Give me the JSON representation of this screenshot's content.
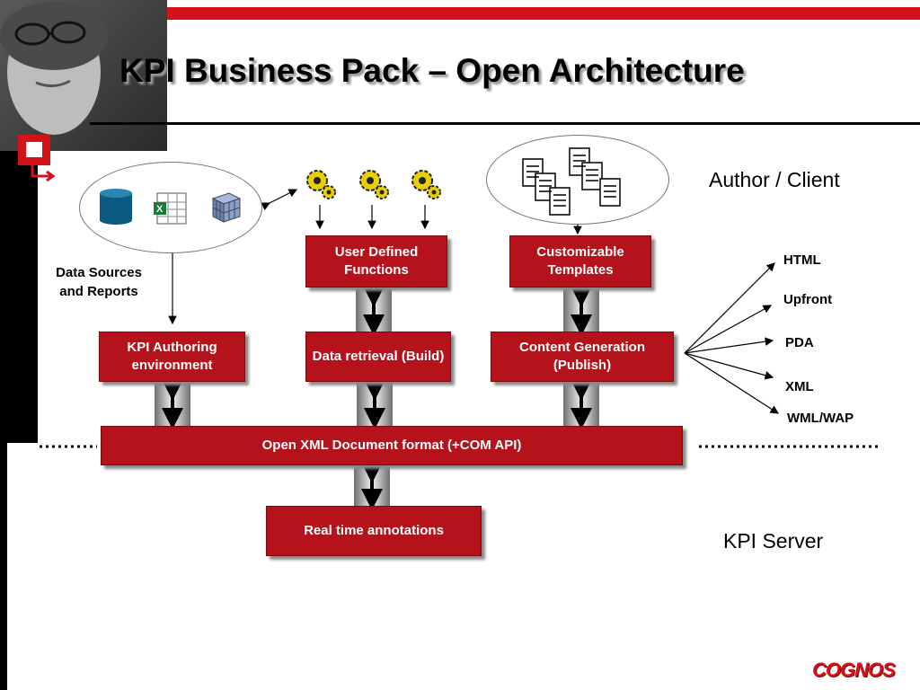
{
  "title": "KPI Business Pack – Open Architecture",
  "zones": {
    "author_client": "Author / Client",
    "kpi_server": "KPI Server"
  },
  "labels": {
    "data_sources": "Data Sources and Reports"
  },
  "boxes": {
    "user_defined": "User Defined Functions",
    "customizable": "Customizable Templates",
    "kpi_authoring": "KPI Authoring environment",
    "data_retrieval": "Data retrieval (Build)",
    "content_generation": "Content Generation (Publish)",
    "open_xml": "Open XML Document format (+COM API)",
    "realtime": "Real time annotations"
  },
  "output_formats": [
    "HTML",
    "Upfront",
    "PDA",
    "XML",
    "WML/WAP"
  ],
  "brand": {
    "logo": "COGNOS",
    "accent": "#d3121b",
    "box_red": "#b5121b"
  }
}
